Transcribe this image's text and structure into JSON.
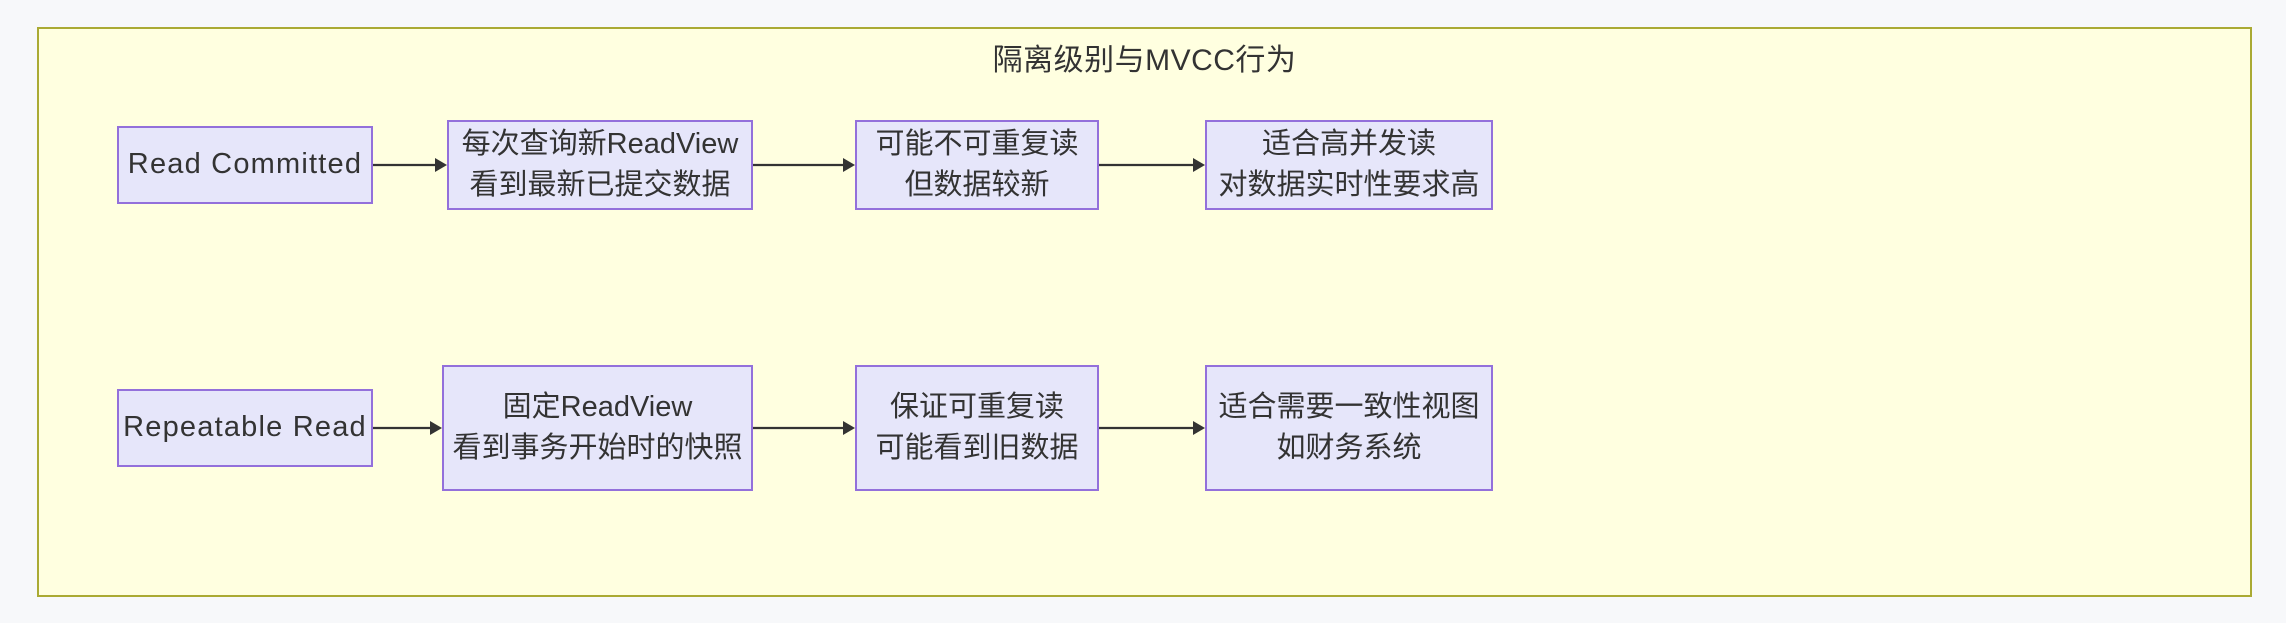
{
  "diagram": {
    "title": "隔离级别与MVCC行为",
    "background_color": "#ffffe0",
    "border_color": "#aaaa33",
    "node_fill": "#e6e6fa",
    "node_border": "#9370db",
    "edge_color": "#333333",
    "page_background": "#f7f8fa"
  },
  "rows": [
    {
      "id": "read-committed-flow",
      "nodes": [
        {
          "id": "rc-level",
          "line1": "Read Committed",
          "line2": ""
        },
        {
          "id": "rc-readview",
          "line1": "每次查询新ReadView",
          "line2": "看到最新已提交数据"
        },
        {
          "id": "rc-effect",
          "line1": "可能不可重复读",
          "line2": "但数据较新"
        },
        {
          "id": "rc-usecase",
          "line1": "适合高并发读",
          "line2": "对数据实时性要求高"
        }
      ]
    },
    {
      "id": "repeatable-read-flow",
      "nodes": [
        {
          "id": "rr-level",
          "line1": "Repeatable Read",
          "line2": ""
        },
        {
          "id": "rr-readview",
          "line1": "固定ReadView",
          "line2": "看到事务开始时的快照"
        },
        {
          "id": "rr-effect",
          "line1": "保证可重复读",
          "line2": "可能看到旧数据"
        },
        {
          "id": "rr-usecase",
          "line1": "适合需要一致性视图",
          "line2": "如财务系统"
        }
      ]
    }
  ],
  "edges": [
    {
      "id": "edge-rc-1",
      "from": "rc-level",
      "to": "rc-readview"
    },
    {
      "id": "edge-rc-2",
      "from": "rc-readview",
      "to": "rc-effect"
    },
    {
      "id": "edge-rc-3",
      "from": "rc-effect",
      "to": "rc-usecase"
    },
    {
      "id": "edge-rr-1",
      "from": "rr-level",
      "to": "rr-readview"
    },
    {
      "id": "edge-rr-2",
      "from": "rr-readview",
      "to": "rr-effect"
    },
    {
      "id": "edge-rr-3",
      "from": "rr-effect",
      "to": "rr-usecase"
    }
  ]
}
